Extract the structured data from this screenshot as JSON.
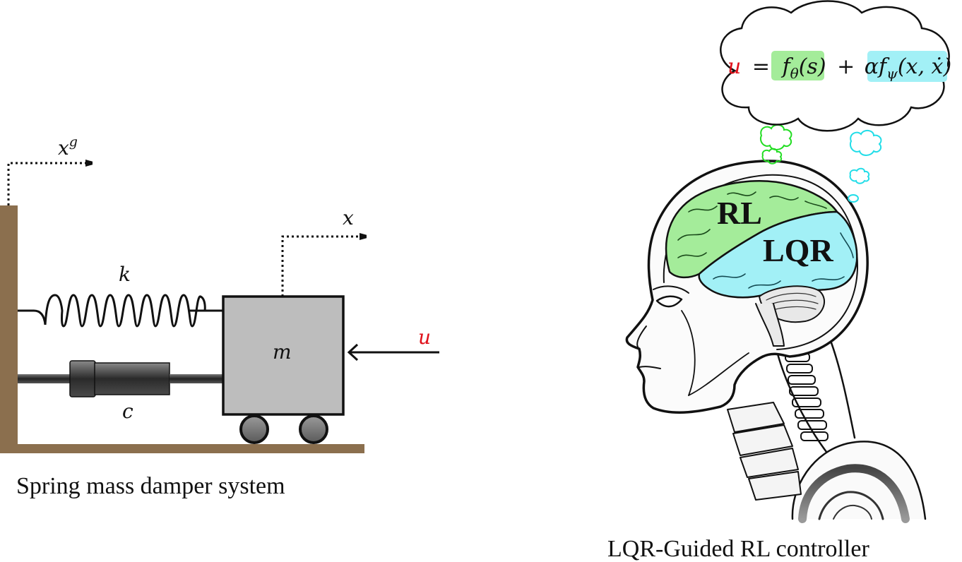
{
  "left_panel": {
    "caption": "Spring mass damper system",
    "labels": {
      "ground_displacement": "x",
      "ground_displacement_sup": "g",
      "mass_displacement": "x",
      "spring": "k",
      "damper": "c",
      "mass": "m",
      "control_input": "u"
    }
  },
  "right_panel": {
    "caption": "LQR-Guided RL controller",
    "brain_regions": [
      "RL",
      "LQR"
    ],
    "equation": {
      "lhs": "u",
      "equals": "=",
      "term1_func": "f",
      "term1_sub": "θ",
      "term1_args": "(s)",
      "plus": "+",
      "alpha": "α",
      "term2_func": "f",
      "term2_sub": "ψ",
      "term2_args": "(x, ẋ)"
    }
  },
  "colors": {
    "control_red": "#e0101a",
    "rl_green": "#a4ec9a",
    "lqr_cyan": "#a2f0f6",
    "wall_brown": "#8b6f4e",
    "mass_gray": "#bdbdbd"
  }
}
